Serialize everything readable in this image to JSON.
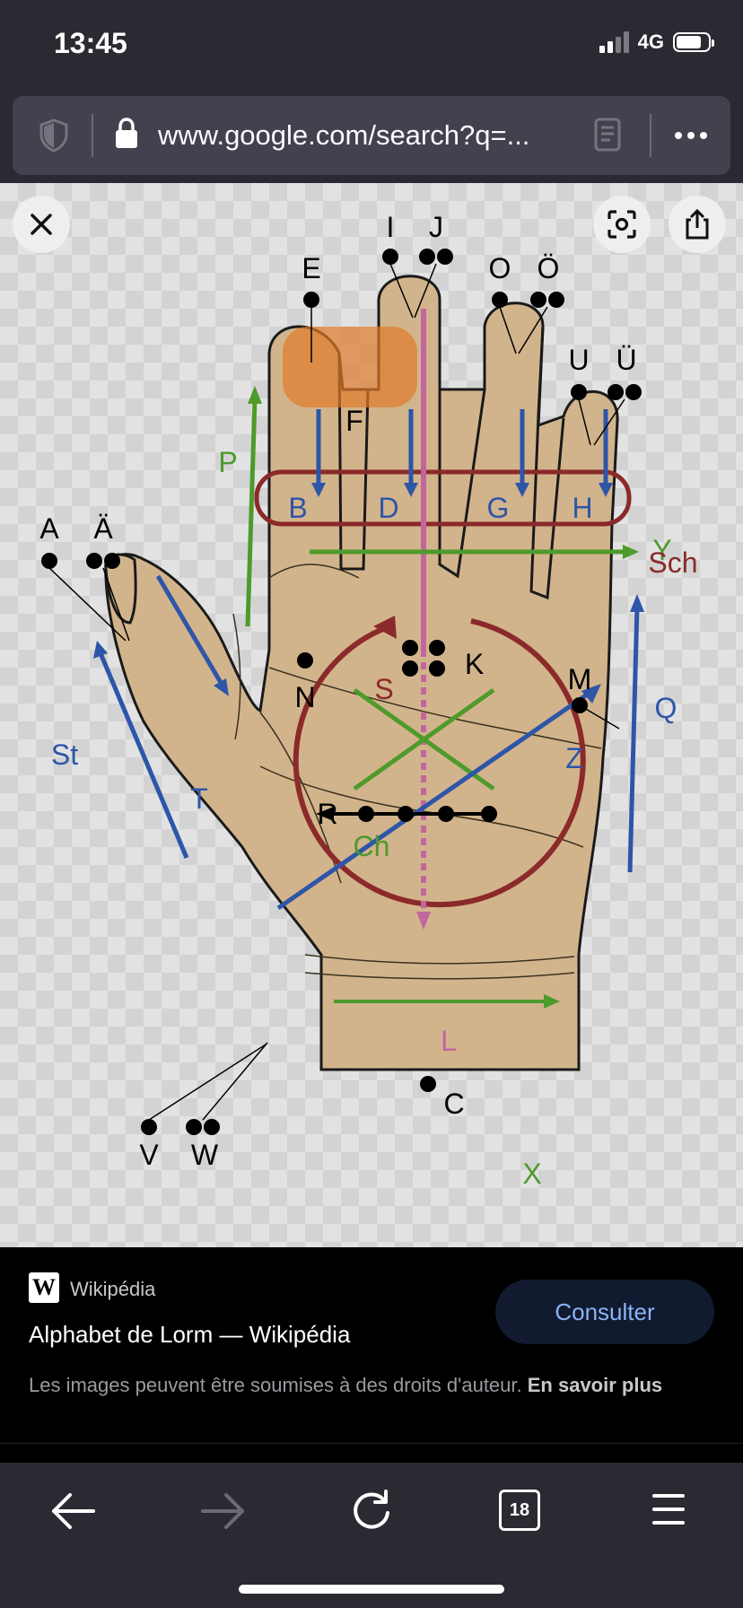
{
  "status": {
    "time": "13:45",
    "network": "4G"
  },
  "browser": {
    "url": "www.google.com/search?q=...",
    "tab_count": "18"
  },
  "viewer": {
    "letters": {
      "a": "A",
      "a_umlaut": "Ä",
      "b": "B",
      "c": "C",
      "ch": "Ch",
      "d": "D",
      "e": "E",
      "f": "F",
      "g": "G",
      "h": "H",
      "i": "I",
      "j": "J",
      "k": "K",
      "l": "L",
      "m": "M",
      "n": "N",
      "o": "O",
      "o_umlaut": "Ö",
      "p": "P",
      "q": "Q",
      "r": "R",
      "s": "S",
      "sch": "Sch",
      "st": "St",
      "t": "T",
      "u": "U",
      "u_umlaut": "Ü",
      "v": "V",
      "w": "W",
      "x": "X",
      "y": "Y",
      "z": "Z"
    }
  },
  "result": {
    "source": "Wikipédia",
    "title": "Alphabet de Lorm — Wikipédia",
    "button": "Consulter",
    "copyright": "Les images peuvent être soumises à des droits d'auteur.",
    "learn_more": "En savoir plus"
  },
  "colors": {
    "green": "#4e9a2a",
    "blue": "#2d55a8",
    "red": "#8b2a2a",
    "pink": "#c4669e",
    "orange": "#e07a2a"
  }
}
